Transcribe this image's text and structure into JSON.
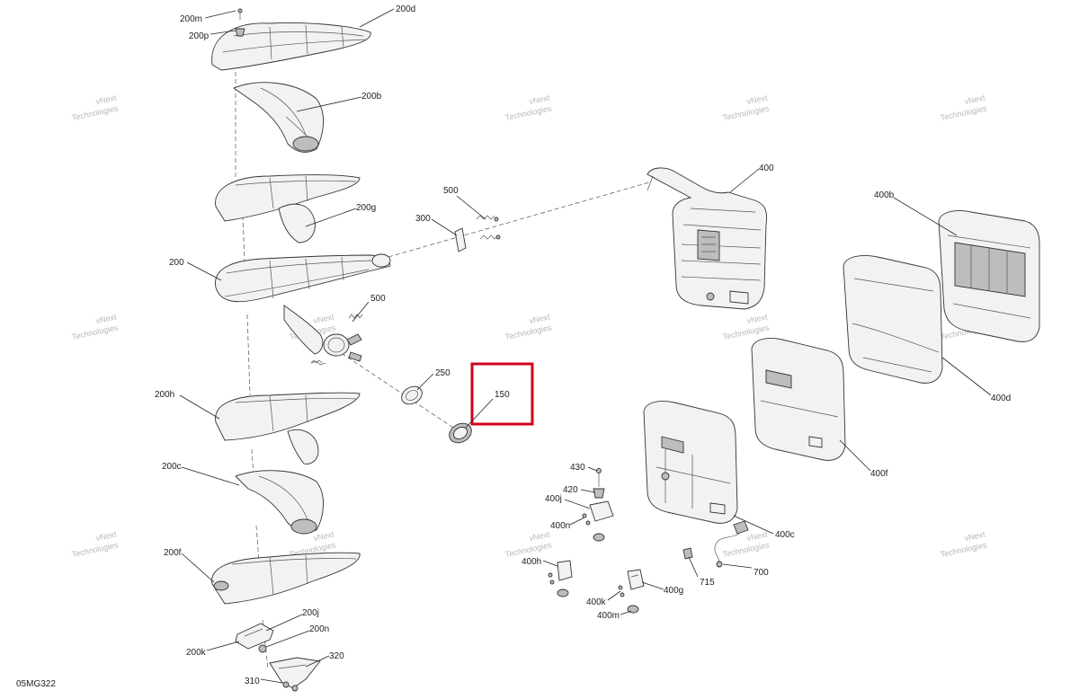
{
  "diagram_code": "05MG322",
  "watermark": {
    "line1": "vNext",
    "line2": "Technologies",
    "full": "vNext Technologies"
  },
  "highlight": {
    "color": "#d0021b",
    "part": "150"
  },
  "callouts": {
    "p200m": "200m",
    "p200p": "200p",
    "p200d": "200d",
    "p200b": "200b",
    "p200g": "200g",
    "p200": "200",
    "p200h": "200h",
    "p200c": "200c",
    "p200f": "200f",
    "p200j": "200j",
    "p200n": "200n",
    "p200k": "200k",
    "p320": "320",
    "p310": "310",
    "p500a": "500",
    "p300": "300",
    "p500b": "500",
    "p250": "250",
    "p150": "150",
    "p400": "400",
    "p400b": "400b",
    "p400d": "400d",
    "p400f": "400f",
    "p400c": "400c",
    "p430": "430",
    "p420": "420",
    "p400j": "400j",
    "p400n": "400n",
    "p400h": "400h",
    "p400k": "400k",
    "p400m": "400m",
    "p400g": "400g",
    "p715": "715",
    "p700": "700"
  }
}
